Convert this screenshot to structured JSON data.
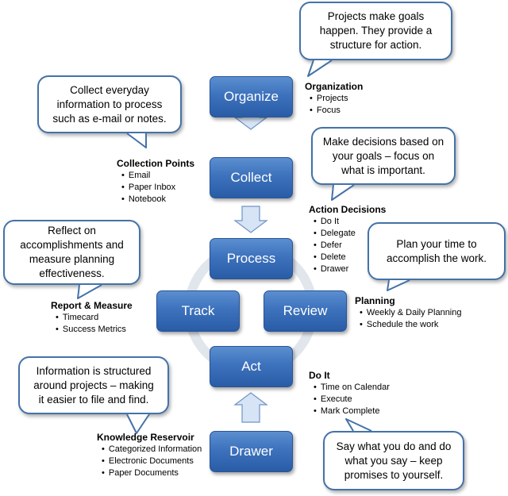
{
  "nodes": {
    "organize": "Organize",
    "collect": "Collect",
    "process": "Process",
    "track": "Track",
    "review": "Review",
    "act": "Act",
    "drawer": "Drawer"
  },
  "callouts": {
    "projects": [
      "Projects make goals",
      "happen.  They provide a",
      "structure for action."
    ],
    "collect": [
      "Collect everyday",
      "information to process",
      "such as e-mail or notes."
    ],
    "decisions": [
      "Make decisions based on",
      "your goals – focus on",
      "what is important."
    ],
    "reflect": [
      "Reflect on",
      "accomplishments and",
      "measure planning",
      "effectiveness."
    ],
    "plan": [
      "Plan your time to",
      "accomplish the work."
    ],
    "structured": [
      "Information is structured",
      "around projects – making",
      "it easier to file and find."
    ],
    "promise": [
      "Say what you do and do",
      "what you say – keep",
      "promises to yourself."
    ]
  },
  "groups": {
    "organization": {
      "title": "Organization",
      "items": [
        "Projects",
        "Focus"
      ]
    },
    "collection": {
      "title": "Collection Points",
      "items": [
        "Email",
        "Paper Inbox",
        "Notebook"
      ]
    },
    "action": {
      "title": "Action Decisions",
      "items": [
        "Do It",
        "Delegate",
        "Defer",
        "Delete",
        "Drawer"
      ]
    },
    "report": {
      "title": "Report & Measure",
      "items": [
        "Timecard",
        "Success Metrics"
      ]
    },
    "planning": {
      "title": "Planning",
      "items": [
        "Weekly & Daily Planning",
        "Schedule the work"
      ]
    },
    "doit": {
      "title": "Do It",
      "items": [
        "Time on Calendar",
        "Execute",
        "Mark Complete"
      ]
    },
    "knowledge": {
      "title": "Knowledge Reservoir",
      "items": [
        "Categorized Information",
        "Electronic Documents",
        "Paper Documents"
      ]
    }
  },
  "colors": {
    "node": "#3d72bd",
    "bubble_border": "#4472a8",
    "arrow_fill": "#d6e4f5",
    "cycle": "#dfe3ea"
  }
}
